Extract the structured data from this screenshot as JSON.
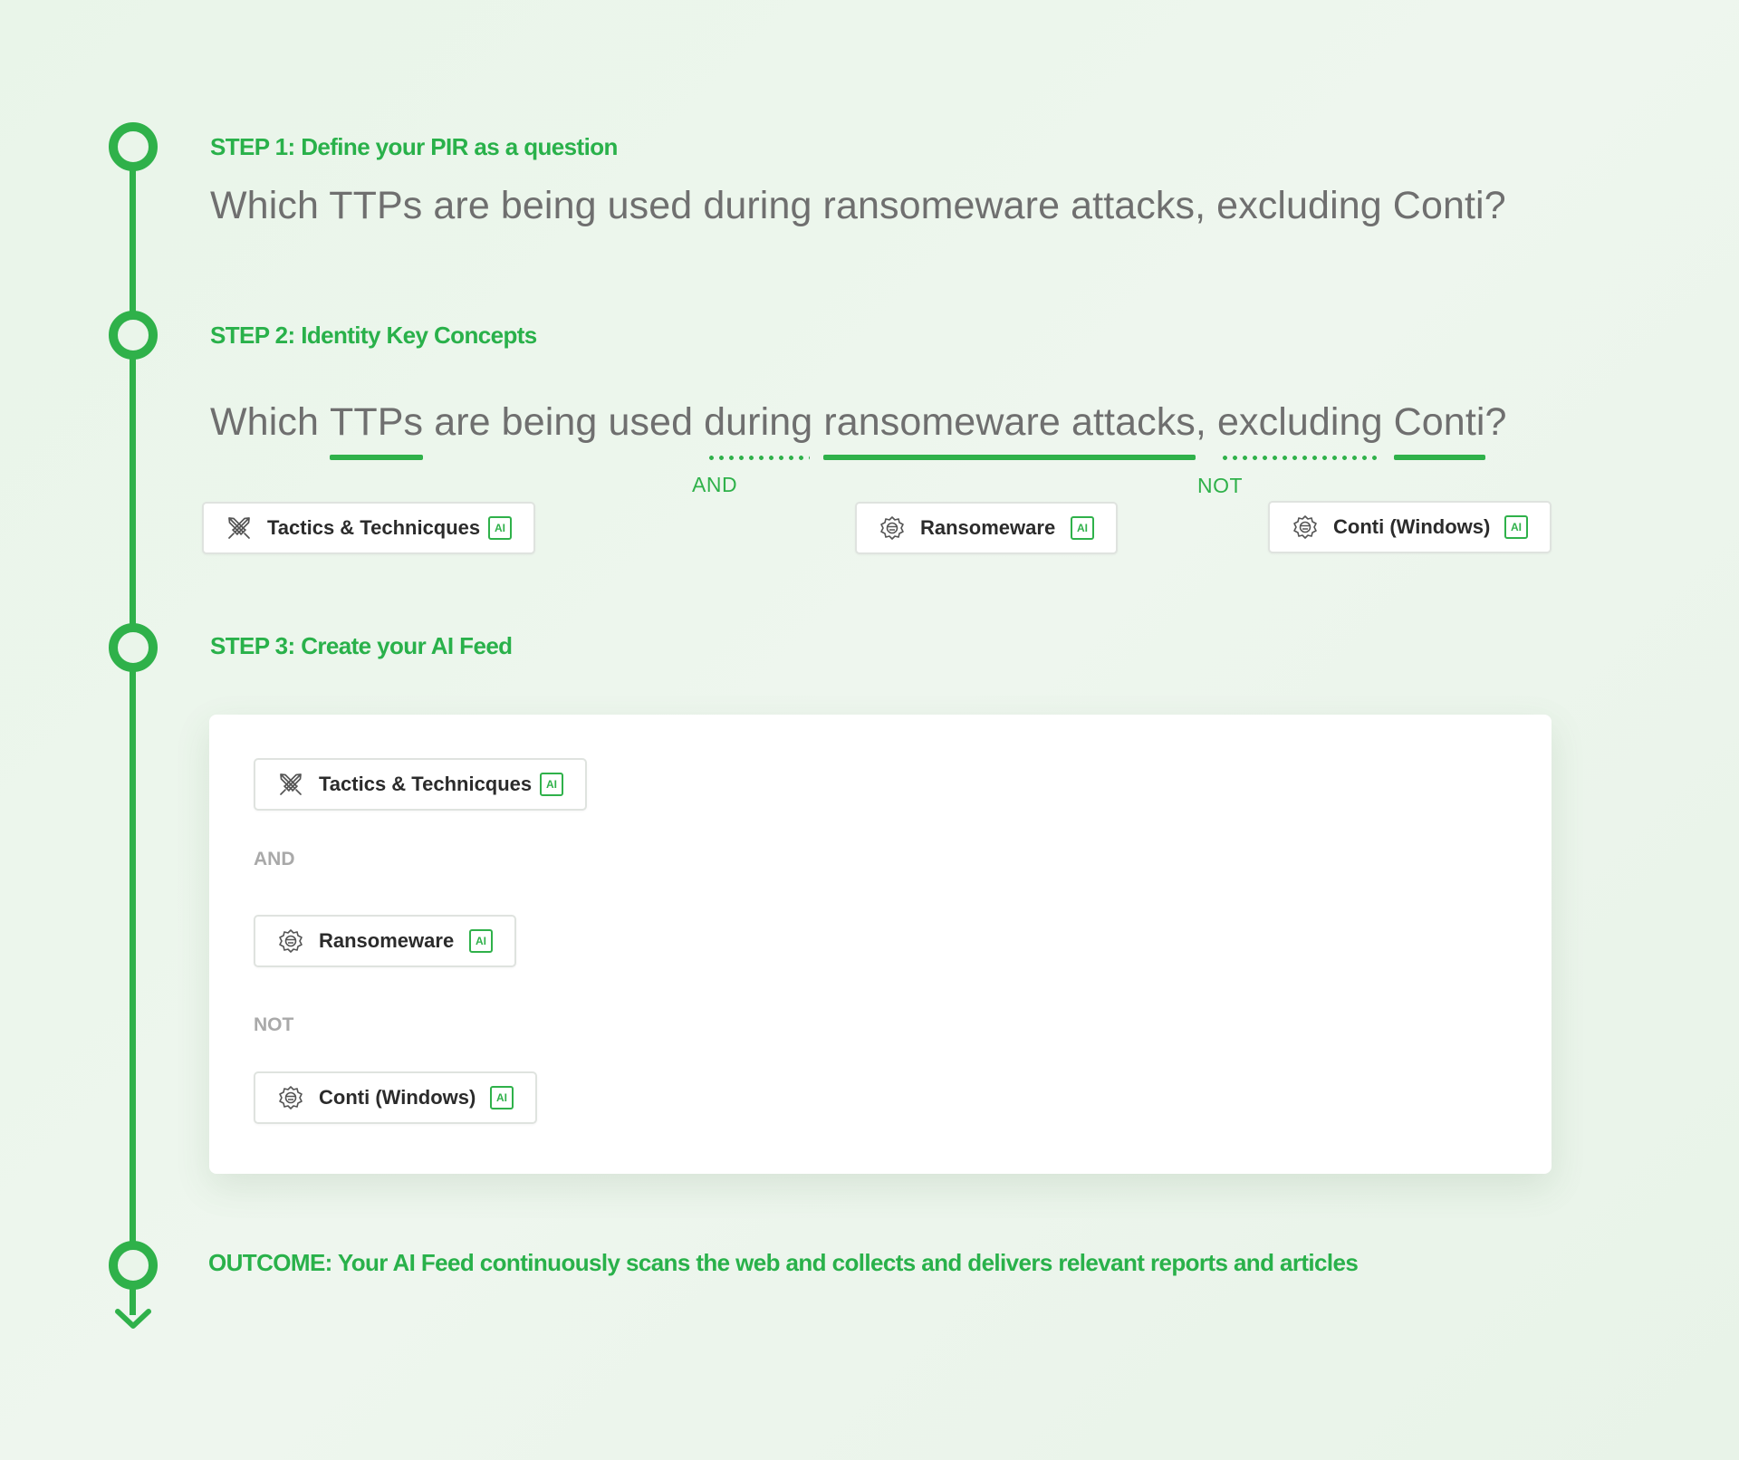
{
  "steps": {
    "step1": {
      "label": "STEP 1: Define your PIR as a question",
      "question": "Which TTPs are being used during ransomeware attacks, excluding Conti?"
    },
    "step2": {
      "label": "STEP 2: Identity Key Concepts",
      "words": {
        "which": "Which",
        "ttps": "TTPs",
        "are_being_used": "are being used",
        "during": "during",
        "ransomeware_attacks": "ransomeware attacks",
        "comma": ",",
        "excluding": "excluding",
        "conti": "Conti",
        "qmark": "?"
      },
      "and_label": "AND",
      "not_label": "NOT"
    },
    "step3": {
      "label": "STEP 3: Create your AI Feed"
    },
    "outcome": {
      "label": "OUTCOME: Your AI Feed continuously scans the web and collects and delivers relevant reports and articles"
    }
  },
  "chips": {
    "tactics": {
      "label": "Tactics & Technicques",
      "badge": "AI",
      "icon": "crossed-swords-icon"
    },
    "ransomeware": {
      "label": "Ransomeware",
      "badge": "AI",
      "icon": "malware-bug-icon"
    },
    "conti": {
      "label": "Conti (Windows)",
      "badge": "AI",
      "icon": "malware-bug-icon"
    }
  },
  "feed": {
    "and_label": "AND",
    "not_label": "NOT"
  },
  "colors": {
    "accent_green": "#2fb14a",
    "question_gray": "#6f6f6f",
    "operator_gray": "#a9a9a9"
  }
}
